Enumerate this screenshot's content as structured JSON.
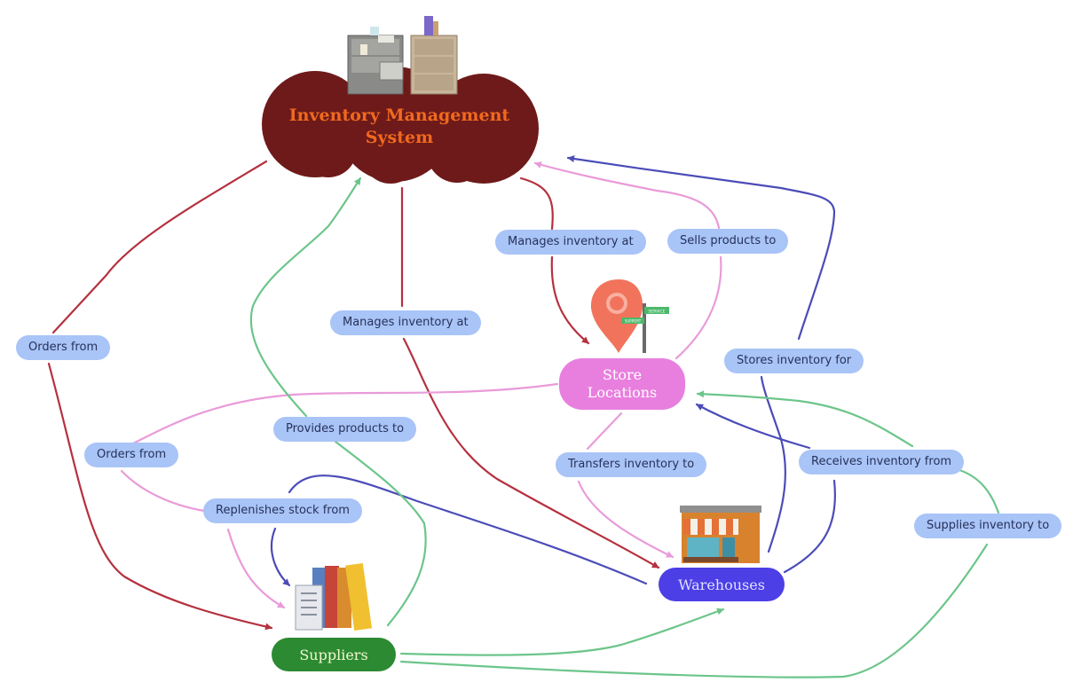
{
  "nodes": {
    "root": "Inventory Management System",
    "store": "Store Locations",
    "warehouses": "Warehouses",
    "suppliers": "Suppliers"
  },
  "edge_labels": {
    "orders_from_1": "Orders from",
    "orders_from_2": "Orders from",
    "manages_store": "Manages inventory at",
    "manages_wh": "Manages inventory at",
    "sells_products": "Sells products to",
    "stores_inventory": "Stores inventory for",
    "provides_products": "Provides products to",
    "replenishes_stock": "Replenishes stock from",
    "transfers_inventory": "Transfers inventory to",
    "receives_inventory": "Receives inventory from",
    "supplies_inventory": "Supplies inventory to"
  },
  "icon_text": {
    "sign_top": "SERVICE",
    "sign_bottom": "SUPPORT"
  },
  "colors": {
    "root_fill": "#6e1a1a",
    "root_text": "#f06a1e",
    "store_fill": "#e87fde",
    "warehouse_fill": "#4c3fe6",
    "supplier_fill": "#2c8a32",
    "label_fill": "#a9c4f7",
    "edge_red": "#b5313f",
    "edge_pink": "#e99bd9",
    "edge_blue": "#4b4cb8",
    "edge_green": "#6cc58a"
  }
}
